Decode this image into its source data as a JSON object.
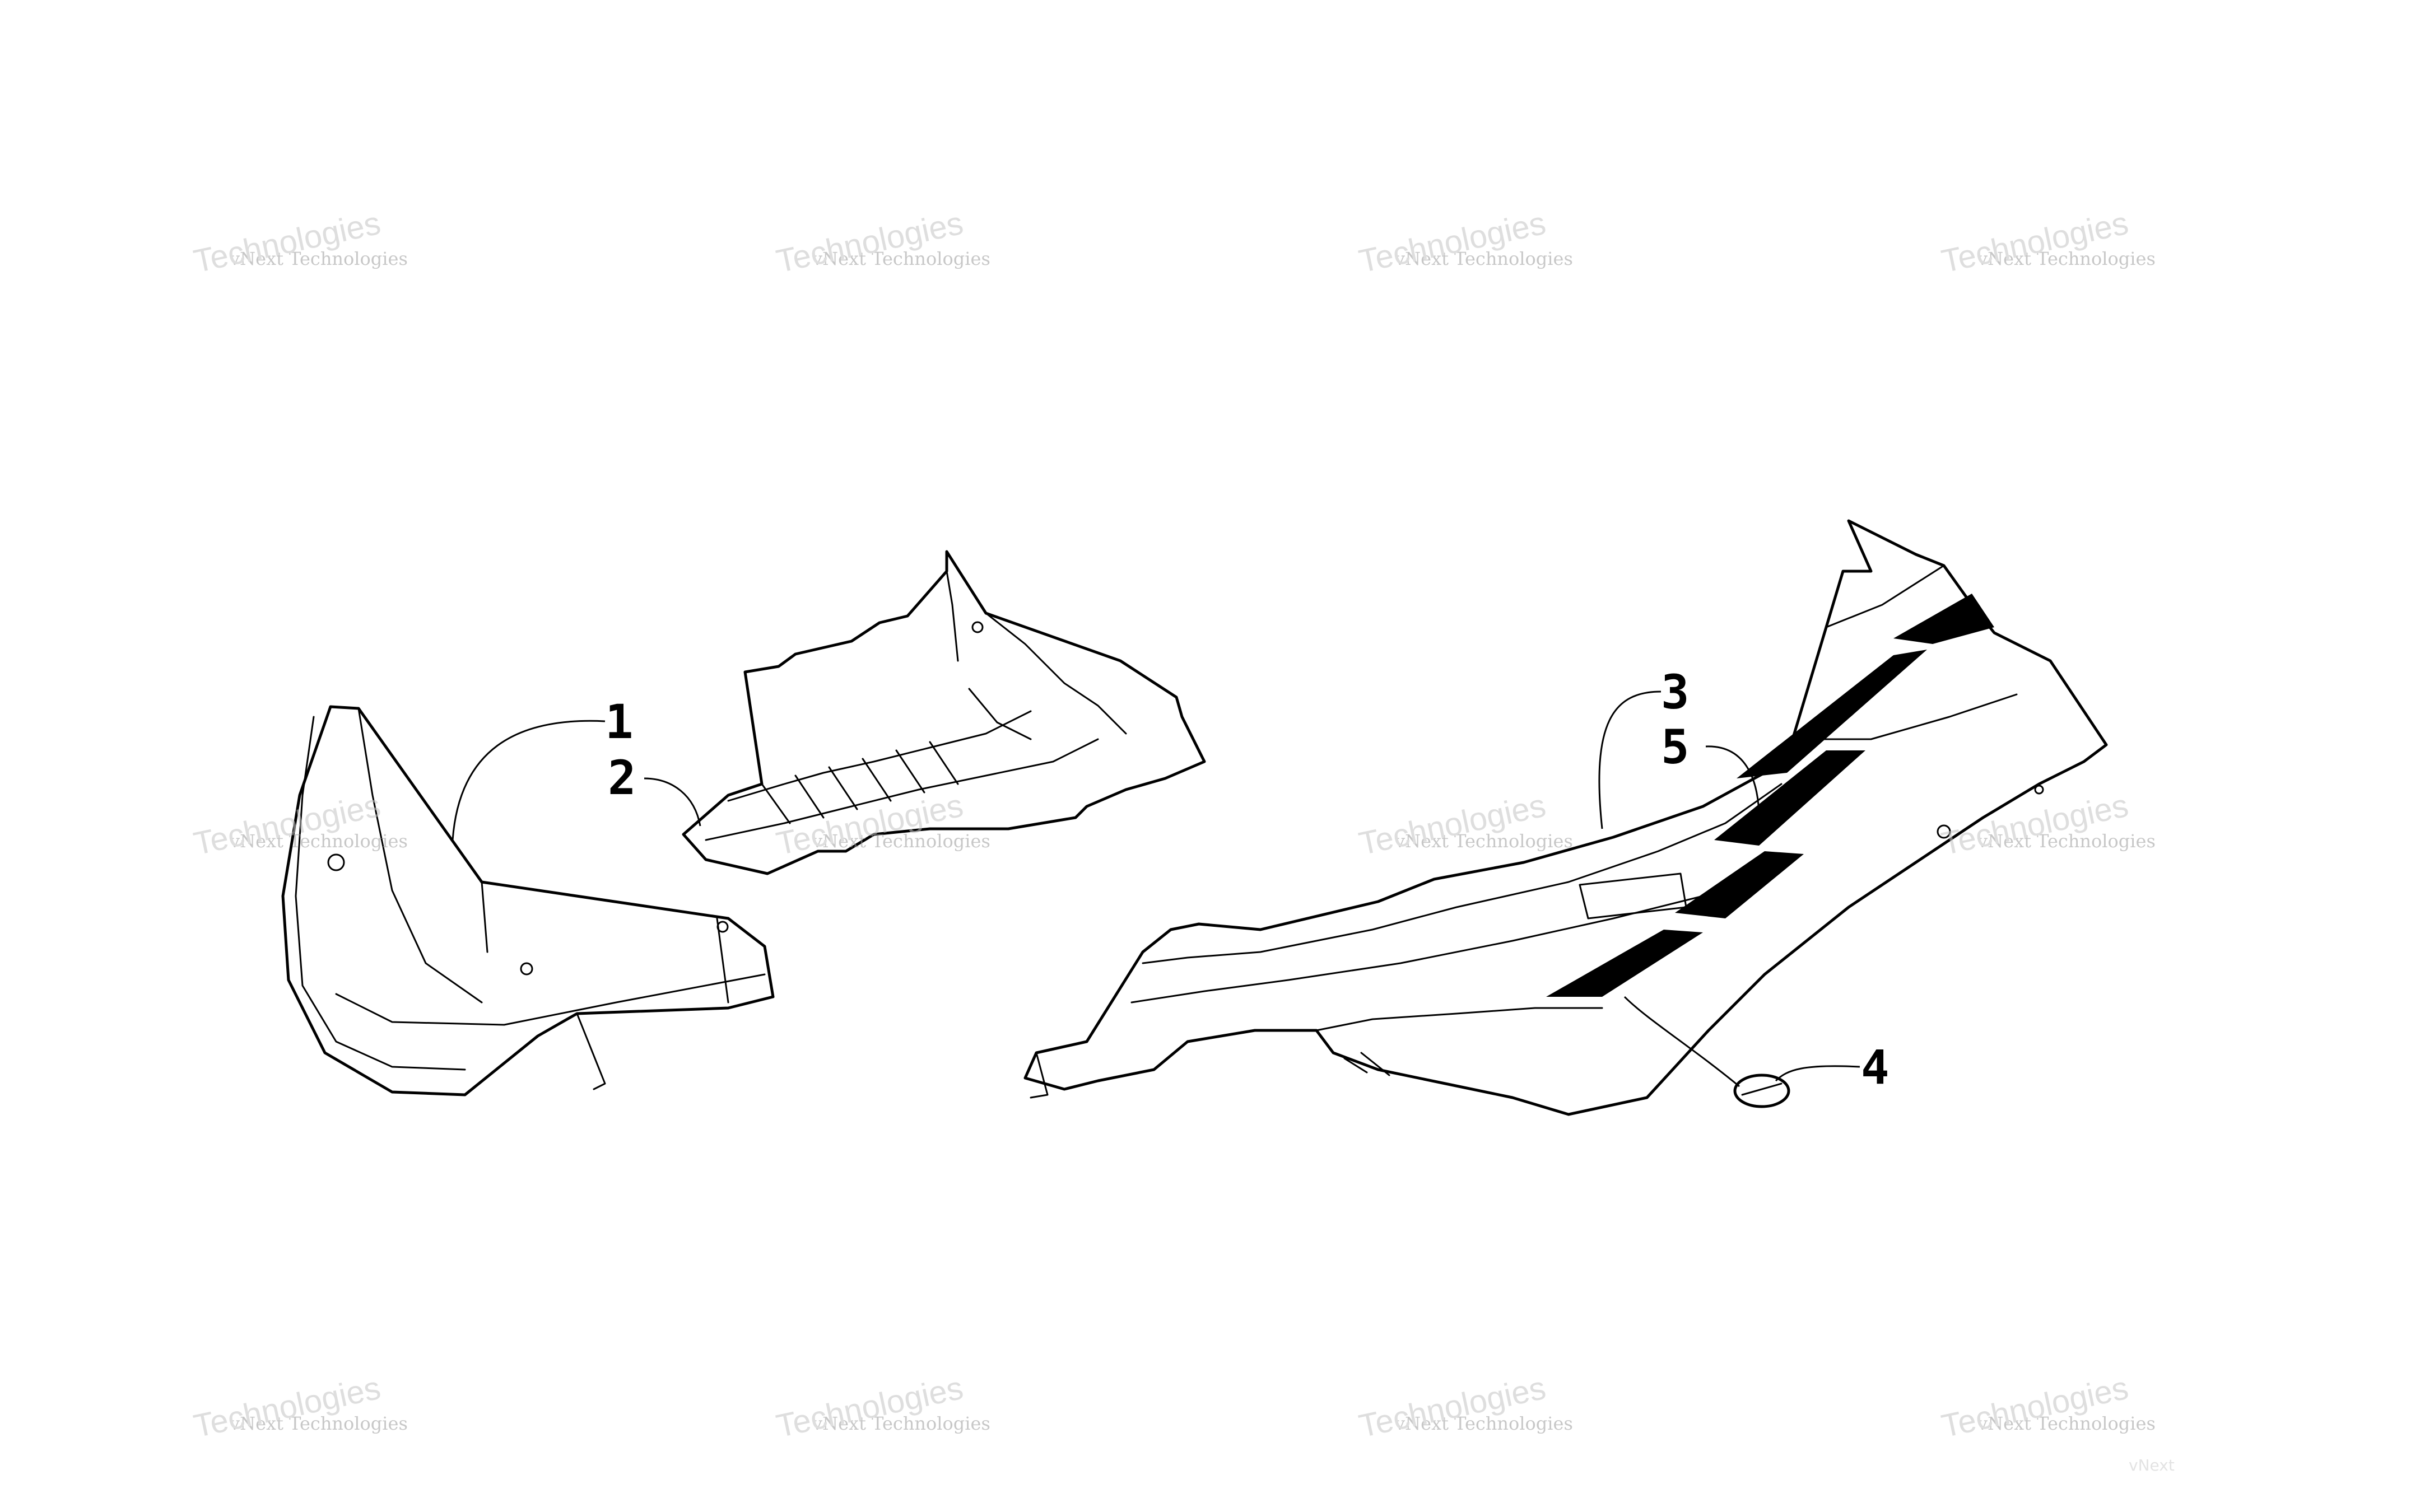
{
  "diagram": {
    "callouts": [
      "1",
      "2",
      "3",
      "4",
      "5"
    ],
    "line_color": "#000000",
    "background_color": "#ffffff"
  },
  "watermark": {
    "line1": "vNext Technologies",
    "line2": "Technologies",
    "line3": "vNext",
    "color": "#9a9a9a"
  }
}
